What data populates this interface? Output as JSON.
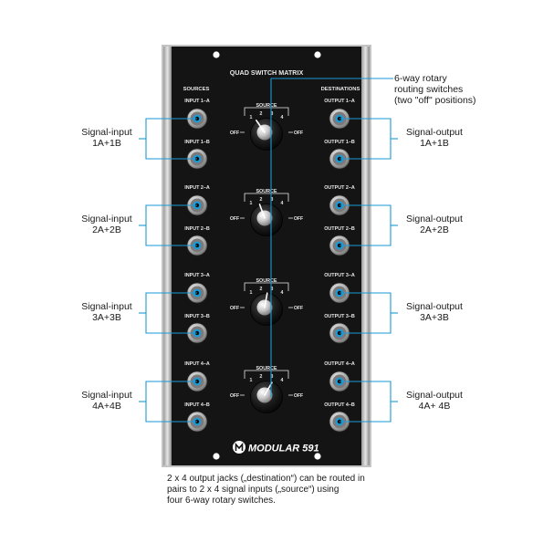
{
  "panel": {
    "title": "QUAD SWITCH MATRIX",
    "sources_heading": "SOURCES",
    "destinations_heading": "DESTINATIONS",
    "logo_text": "MODULAR 591",
    "colors": {
      "panel": "#141414",
      "rail": "#c9c9c9",
      "label": "#e8e8e8",
      "accent": "#1a9ad6"
    },
    "rows": [
      {
        "input_a": "INPUT 1–A",
        "input_b": "INPUT 1–B",
        "output_a": "OUTPUT 1–A",
        "output_b": "OUTPUT 1–B",
        "switch": {
          "heading": "SOURCE",
          "left": "OFF",
          "right": "OFF",
          "positions": [
            "1",
            "2",
            "3",
            "4"
          ]
        }
      },
      {
        "input_a": "INPUT 2–A",
        "input_b": "INPUT 2–B",
        "output_a": "OUTPUT 2–A",
        "output_b": "OUTPUT 2–B",
        "switch": {
          "heading": "SOURCE",
          "left": "OFF",
          "right": "OFF",
          "positions": [
            "1",
            "2",
            "3",
            "4"
          ]
        }
      },
      {
        "input_a": "INPUT 3–A",
        "input_b": "INPUT 3–B",
        "output_a": "OUTPUT 3–A",
        "output_b": "OUTPUT 3–B",
        "switch": {
          "heading": "SOURCE",
          "left": "OFF",
          "right": "OFF",
          "positions": [
            "1",
            "2",
            "3",
            "4"
          ]
        }
      },
      {
        "input_a": "INPUT 4–A",
        "input_b": "INPUT 4–B",
        "output_a": "OUTPUT 4–A",
        "output_b": "OUTPUT 4–B",
        "switch": {
          "heading": "SOURCE",
          "left": "OFF",
          "right": "OFF",
          "positions": [
            "1",
            "2",
            "3",
            "4"
          ]
        }
      }
    ]
  },
  "callouts": {
    "rotary": [
      "6-way rotary",
      "routing switches",
      "(two \"off\" positions)"
    ],
    "inputs": [
      [
        "Signal-input",
        "1A+1B"
      ],
      [
        "Signal-input",
        "2A+2B"
      ],
      [
        "Signal-input",
        "3A+3B"
      ],
      [
        "Signal-input",
        "4A+4B"
      ]
    ],
    "outputs": [
      [
        "Signal-output",
        "1A+1B"
      ],
      [
        "Signal-output",
        "2A+2B"
      ],
      [
        "Signal-output",
        "3A+3B"
      ],
      [
        "Signal-output",
        "4A+ 4B"
      ]
    ]
  },
  "caption": [
    "2 x 4  output jacks („destination“) can be routed in",
    "pairs to 2 x 4 signal inputs („source“) using",
    "four 6-way rotary switches."
  ]
}
